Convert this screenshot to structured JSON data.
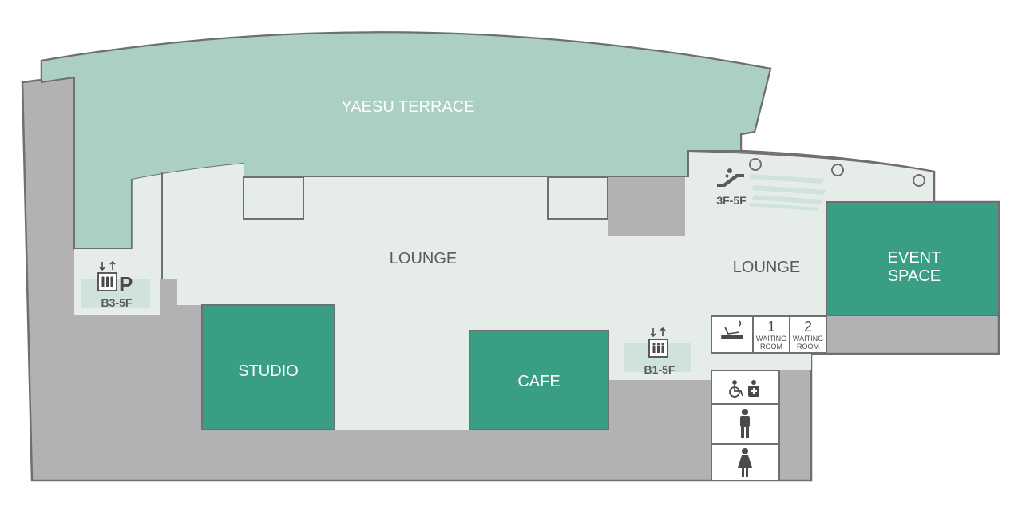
{
  "areas": {
    "terrace": "YAESU TERRACE",
    "lounge_main": "LOUNGE",
    "lounge_east": "LOUNGE",
    "event_line1": "EVENT",
    "event_line2": "SPACE",
    "studio": "STUDIO",
    "cafe": "CAFE"
  },
  "elevators": {
    "west_range": "B3-5F",
    "center_range": "B1-5F"
  },
  "escalator": {
    "range": "3F-5F"
  },
  "waiting_rooms": [
    {
      "number": "1",
      "line1": "WAITING",
      "line2": "ROOM"
    },
    {
      "number": "2",
      "line1": "WAITING",
      "line2": "ROOM"
    }
  ],
  "restrooms": {
    "accessible_icon": "wheelchair-icon",
    "nursing_icon": "nursing-icon",
    "men_icon": "man-icon",
    "women_icon": "woman-icon"
  },
  "icons": {
    "parking": "P",
    "elevator": "elevator-icon",
    "escalator": "escalator-icon",
    "smoking": "smoking-icon"
  },
  "colors": {
    "building_gray": "#b2b2b4",
    "outline": "#6f6f71",
    "lounge_floor": "#e6ede9",
    "terrace": "#abcfc2",
    "room_green": "#3a9e85",
    "icon_tint": "#cfe3da"
  }
}
